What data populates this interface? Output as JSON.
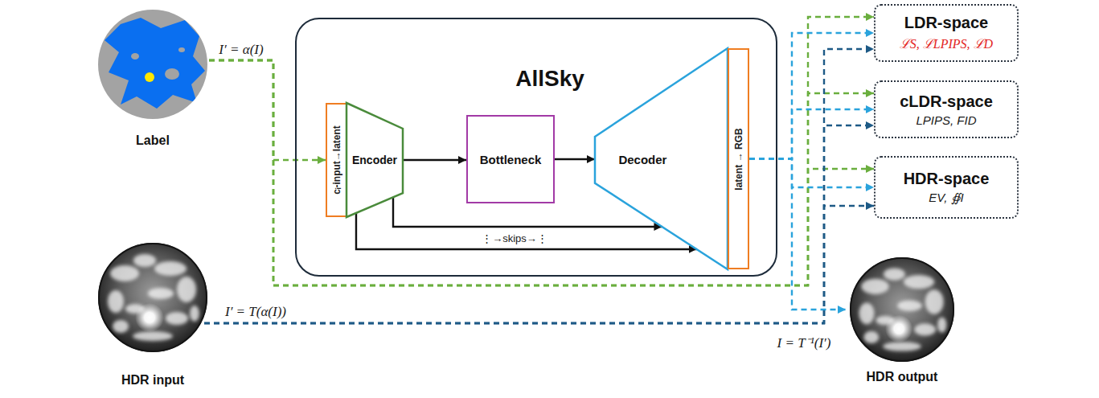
{
  "diagram": {
    "nodes": [
      {
        "text": [
          "Label"
        ]
      },
      {
        "text": [
          "AllSky"
        ]
      },
      {
        "text": [
          "cᵢ-input→latent"
        ],
        "in": 1
      },
      {
        "text": [
          "Encoder"
        ],
        "in": 1
      },
      {
        "text": [
          "Bottleneck"
        ],
        "in": 1
      },
      {
        "text": [
          "Decoder"
        ],
        "in": 1
      },
      {
        "text": [
          "latent → RGB"
        ],
        "in": 1
      },
      {
        "text": [
          "LDR-space",
          "ℒS, ℒLPIPS, ℒD"
        ]
      },
      {
        "text": [
          "cLDR-space",
          "LPIPS, FID"
        ]
      },
      {
        "text": [
          "HDR-space",
          "EV, ∯I"
        ]
      },
      {
        "text": [
          "HDR input"
        ]
      },
      {
        "text": [
          "HDR output"
        ]
      }
    ],
    "edges": [
      {
        "from": 0,
        "to": 2,
        "arrow": "to"
      },
      {
        "from": 0,
        "to": 7,
        "arrow": "to"
      },
      {
        "from": 0,
        "to": 8,
        "arrow": "to"
      },
      {
        "from": 0,
        "to": 9,
        "arrow": "to"
      },
      {
        "from": 3,
        "to": 4,
        "arrow": "to"
      },
      {
        "from": 4,
        "to": 5,
        "arrow": "to"
      },
      {
        "from": 3,
        "to": 5,
        "arrow": "to"
      },
      {
        "from": 3,
        "to": 5,
        "arrow": "to"
      },
      {
        "from": 6,
        "to": 7,
        "arrow": "to"
      },
      {
        "from": 6,
        "to": 8,
        "arrow": "to"
      },
      {
        "from": 6,
        "to": 9,
        "arrow": "to"
      },
      {
        "from": 6,
        "to": 11,
        "arrow": "to"
      },
      {
        "from": 10,
        "to": 7,
        "arrow": "to"
      },
      {
        "from": 10,
        "to": 8,
        "arrow": "to"
      },
      {
        "from": 10,
        "to": 9,
        "arrow": "to"
      }
    ],
    "labels": [
      "I′ = α(I)",
      "I′ = T(α(I))",
      "I = T⁻¹(I′)",
      "⋮→skips→⋮"
    ]
  }
}
